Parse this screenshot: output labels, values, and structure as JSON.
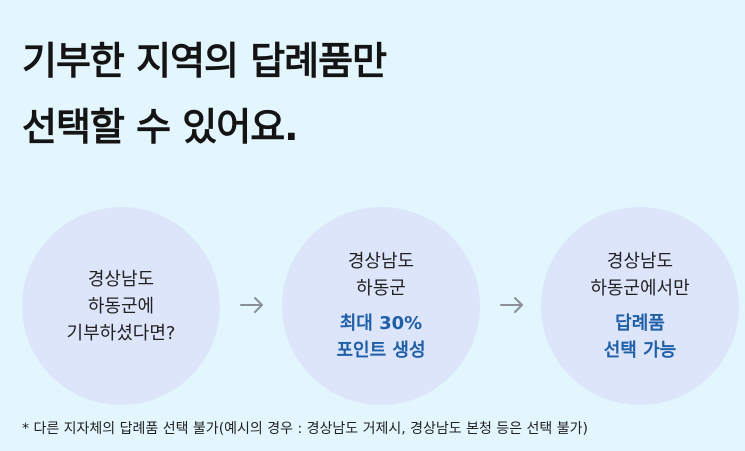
{
  "headline": {
    "line1": "기부한 지역의 답례품만",
    "line2": "선택할 수 있어요."
  },
  "steps": [
    {
      "lines": [
        "경상남도",
        "하동군에",
        "기부하셨다면?"
      ],
      "highlight": []
    },
    {
      "lines": [
        "경상남도",
        "하동군"
      ],
      "highlight": [
        "최대 30%",
        "포인트 생성"
      ]
    },
    {
      "lines": [
        "경상남도",
        "하동군에서만"
      ],
      "highlight": [
        "답례품",
        "선택 가능"
      ]
    }
  ],
  "arrow_icon": "arrow-right-icon",
  "accent_color": "#1f5fa8",
  "footnote": "* 다른 지자체의 답례품 선택 불가(예시의 경우 : 경상남도 거제시, 경상남도 본청 등은 선택 불가)"
}
